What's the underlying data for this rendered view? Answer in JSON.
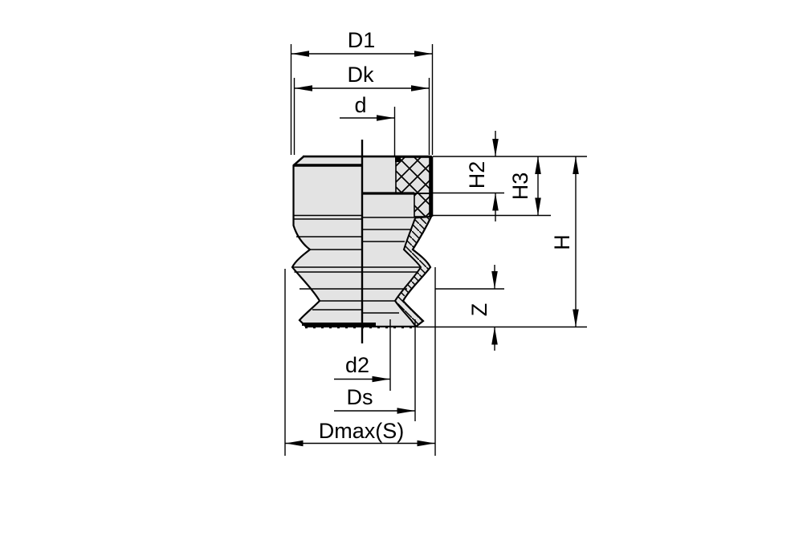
{
  "drawing": {
    "background_color": "#ffffff",
    "line_color": "#000000",
    "body_fill_color": "#e3e3e3",
    "labels": {
      "d1": "D1",
      "dk": "Dk",
      "d": "d",
      "h2": "H2",
      "h3": "H3",
      "h": "H",
      "z": "Z",
      "d2": "d2",
      "ds": "Ds",
      "dmax_s": "Dmax(S)"
    }
  }
}
